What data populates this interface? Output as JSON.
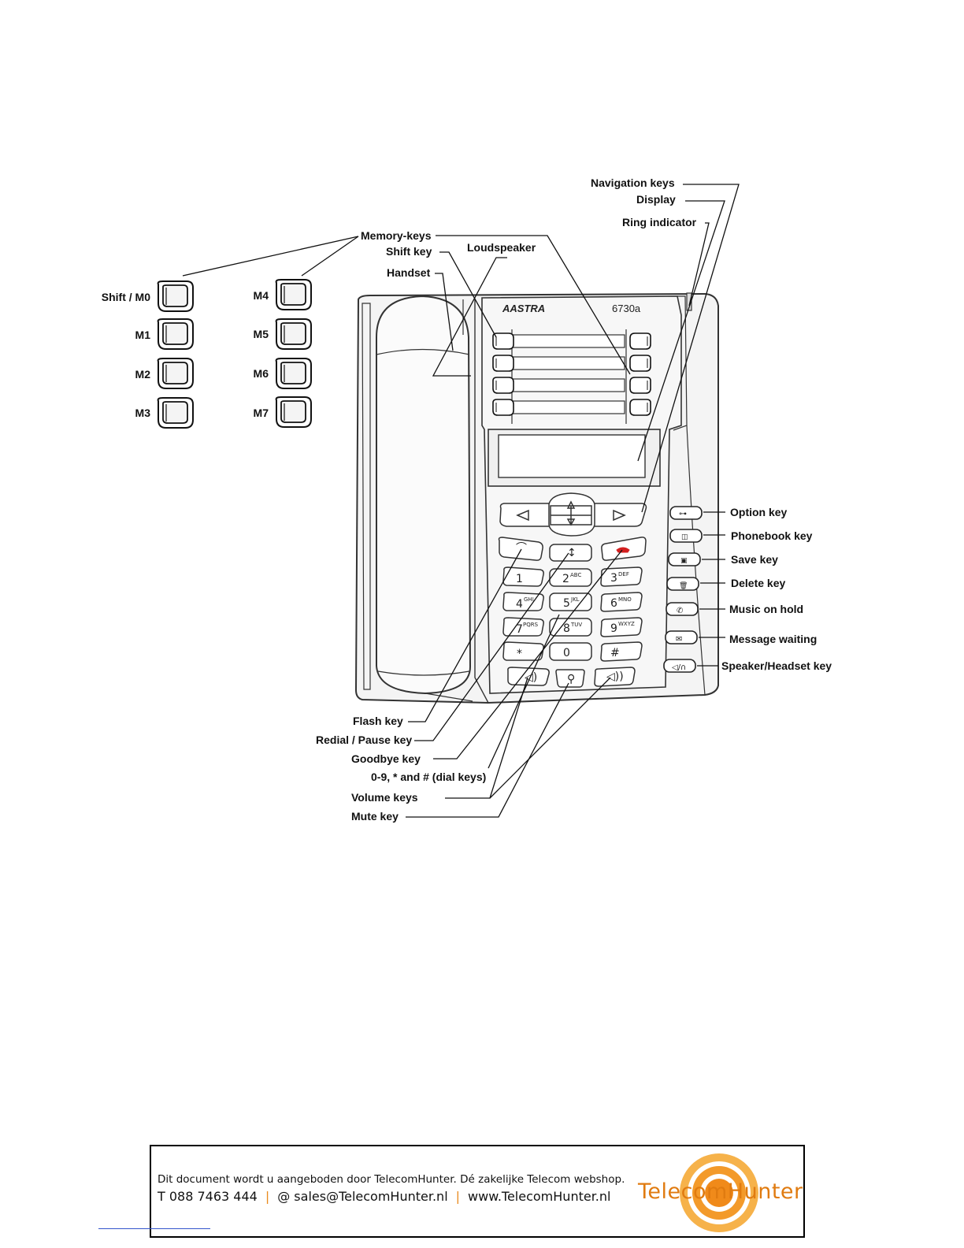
{
  "phone": {
    "brand": "AASTRA",
    "model": "6730a"
  },
  "memory_keys": [
    {
      "label": "Shift / M0"
    },
    {
      "label": "M1"
    },
    {
      "label": "M2"
    },
    {
      "label": "M3"
    },
    {
      "label": "M4"
    },
    {
      "label": "M5"
    },
    {
      "label": "M6"
    },
    {
      "label": "M7"
    }
  ],
  "callouts": {
    "memory_keys": "Memory-keys",
    "shift_key": "Shift key",
    "loudspeaker": "Loudspeaker",
    "handset": "Handset",
    "navigation_keys": "Navigation keys",
    "display": "Display",
    "ring_indicator": "Ring indicator",
    "option_key": "Option key",
    "phonebook_key": "Phonebook key",
    "save_key": "Save key",
    "delete_key": "Delete key",
    "music_on_hold": "Music on hold",
    "message_waiting": "Message waiting",
    "speaker_headset_key": "Speaker/Headset key",
    "flash_key": "Flash key",
    "redial_pause_key": "Redial / Pause key",
    "goodbye_key": "Goodbye key",
    "dial_keys": "0-9, * and # (dial keys)",
    "volume_keys": "Volume keys",
    "mute_key": "Mute key"
  },
  "dialpad": [
    {
      "digit": "1",
      "letters": ""
    },
    {
      "digit": "2",
      "letters": "ABC"
    },
    {
      "digit": "3",
      "letters": "DEF"
    },
    {
      "digit": "4",
      "letters": "GHI"
    },
    {
      "digit": "5",
      "letters": "JKL"
    },
    {
      "digit": "6",
      "letters": "MNO"
    },
    {
      "digit": "7",
      "letters": "PQRS"
    },
    {
      "digit": "8",
      "letters": "TUV"
    },
    {
      "digit": "9",
      "letters": "WXYZ"
    },
    {
      "digit": "*",
      "letters": ""
    },
    {
      "digit": "0",
      "letters": ""
    },
    {
      "digit": "#",
      "letters": ""
    }
  ],
  "footer": {
    "line1": "Dit document wordt u aangeboden door TelecomHunter. Dé zakelijke Telecom webshop.",
    "phone": "T 088 7463 444",
    "email": "@ sales@TelecomHunter.nl",
    "web": "www.TelecomHunter.nl",
    "separator": "|",
    "logo_text": "TelecomHunter"
  },
  "colors": {
    "phone_outline": "#333333",
    "phone_fill": "#f4f4f4",
    "goodbye_icon": "#d42020",
    "logo_orange": "#e98b1e"
  }
}
